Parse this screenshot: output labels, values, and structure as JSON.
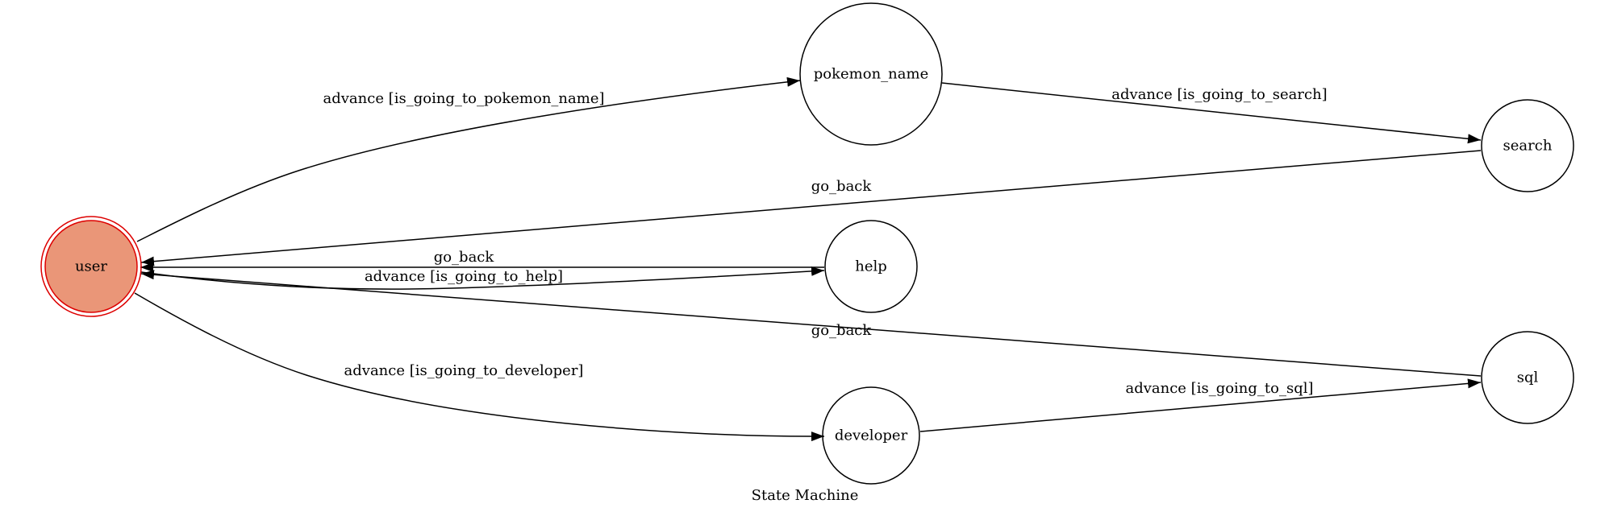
{
  "diagram": {
    "type": "state-machine",
    "caption": "State Machine",
    "colors": {
      "initial_fill": "#ea9678",
      "initial_border": "#dd0000",
      "stroke": "#000000",
      "background": "#ffffff"
    },
    "states": {
      "user": "user",
      "pokemon_name": "pokemon_name",
      "search": "search",
      "help": "help",
      "developer": "developer",
      "sql": "sql"
    },
    "transitions": {
      "user_to_pokemon_name": "advance [is_going_to_pokemon_name]",
      "pokemon_name_to_search": "advance [is_going_to_search]",
      "search_to_user": "go_back",
      "help_to_user": "go_back",
      "user_to_help": "advance [is_going_to_help]",
      "sql_to_user": "go_back",
      "user_to_developer": "advance [is_going_to_developer]",
      "developer_to_sql": "advance [is_going_to_sql]"
    }
  }
}
